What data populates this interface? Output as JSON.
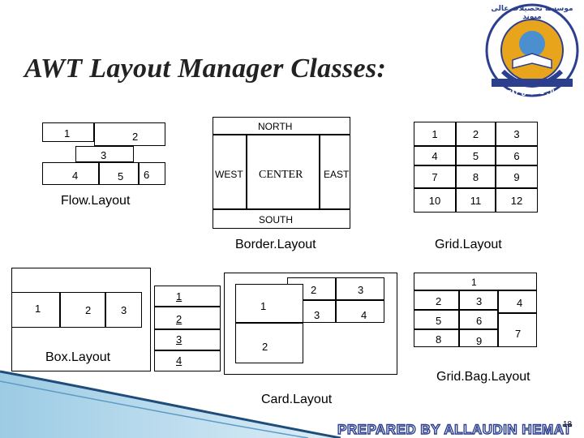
{
  "title": "AWT Layout Manager Classes:",
  "logo": {
    "arc_text": "موسسه تحصیلات عالی میوند",
    "bottom_text": "سال تاسیس ۱۳۸۶"
  },
  "flow": {
    "caption": "Flow.Layout",
    "b1": "1",
    "b2": "2",
    "b3": "3",
    "b4": "4",
    "b5": "5",
    "b6": "6"
  },
  "border": {
    "caption": "Border.Layout",
    "north": "NORTH",
    "south": "SOUTH",
    "west": "WEST",
    "center": "CENTER",
    "east": "EAST"
  },
  "grid": {
    "caption": "Grid.Layout",
    "cells": [
      "1",
      "2",
      "3",
      "4",
      "5",
      "6",
      "7",
      "8",
      "9",
      "10",
      "11",
      "12"
    ]
  },
  "box": {
    "caption": "Box.Layout",
    "h1": "1",
    "h2": "2",
    "h3": "3",
    "v1": "1",
    "v2": "2",
    "v3": "3",
    "v4": "4"
  },
  "card": {
    "caption": "Card.Layout",
    "c1": "1",
    "c2": "2",
    "c3": "3",
    "c4": "4",
    "f1": "1",
    "f2": "2"
  },
  "gridbag": {
    "caption": "Grid.Bag.Layout",
    "g1": "1",
    "g2": "2",
    "g3": "3",
    "g4": "4",
    "g5": "5",
    "g6": "6",
    "g7": "7",
    "g8": "8",
    "g9": "9"
  },
  "footer": "PREPARED BY ALLAUDIN HEMAT",
  "page_number": "18",
  "colors": {
    "accent_blue": "#2c3f8e",
    "wave_light": "#7fb8d8",
    "wave_dark": "#1e4d7a"
  }
}
